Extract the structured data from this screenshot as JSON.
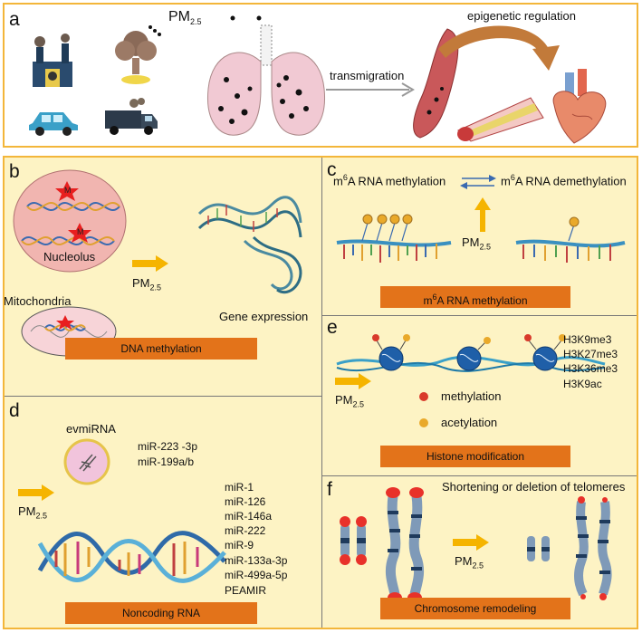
{
  "panel_a": {
    "letter": "a",
    "pm_main": "PM",
    "pm_sub": "2.5",
    "transmigration": "transmigration",
    "epigenetic": "epigenetic regulation"
  },
  "panel_b": {
    "letter": "b",
    "nucleolus": "Nucleolus",
    "mitochondria": "Mitochondria",
    "pm_main": "PM",
    "pm_sub": "2.5",
    "gene_expression": "Gene expression",
    "bar": "DNA methylation",
    "mark": "M"
  },
  "panel_c": {
    "letter": "c",
    "m6a_methylation_pre": "m",
    "m6a_methylation_sup": "6",
    "m6a_methylation_post": "A RNA methylation",
    "m6a_demethylation_pre": "m",
    "m6a_demethylation_sup": "6",
    "m6a_demethylation_post": "A RNA demethylation",
    "pm_main": "PM",
    "pm_sub": "2.5",
    "bar_pre": "m",
    "bar_sup": "6",
    "bar_post": "A RNA methylation"
  },
  "panel_d": {
    "letter": "d",
    "evmirna": "evmiRNA",
    "ev_items": [
      "miR-223 -3p",
      "miR-199a/b"
    ],
    "pm_main": "PM",
    "pm_sub": "2.5",
    "mirs": [
      "miR-1",
      "miR-126",
      "miR-146a",
      "miR-222",
      "miR-9",
      "miR-133a-3p",
      "miR-499a-5p",
      "PEAMIR"
    ],
    "bar": "Noncoding RNA"
  },
  "panel_e": {
    "letter": "e",
    "marks": [
      "H3K9me3",
      "H3K27me3",
      "H3K36me3",
      "H3K9ac"
    ],
    "pm_main": "PM",
    "pm_sub": "2.5",
    "legend_methylation": "methylation",
    "legend_acetylation": "acetylation",
    "bar": "Histone modification"
  },
  "panel_f": {
    "letter": "f",
    "title": "Shortening or deletion of telomeres",
    "pm_main": "PM",
    "pm_sub": "2.5",
    "bar": "Chromosome remodeling"
  },
  "colors": {
    "border": "#f3b63a",
    "panel_fill": "#fdf3c4",
    "bar": "#e3731a",
    "arrow": "#f5b400",
    "methyl": "#d93a2b",
    "acetyl": "#e9a92a",
    "lung": "#f1c9d3",
    "telomere": "#e8312a",
    "chromosome": "#7f9ab8"
  }
}
